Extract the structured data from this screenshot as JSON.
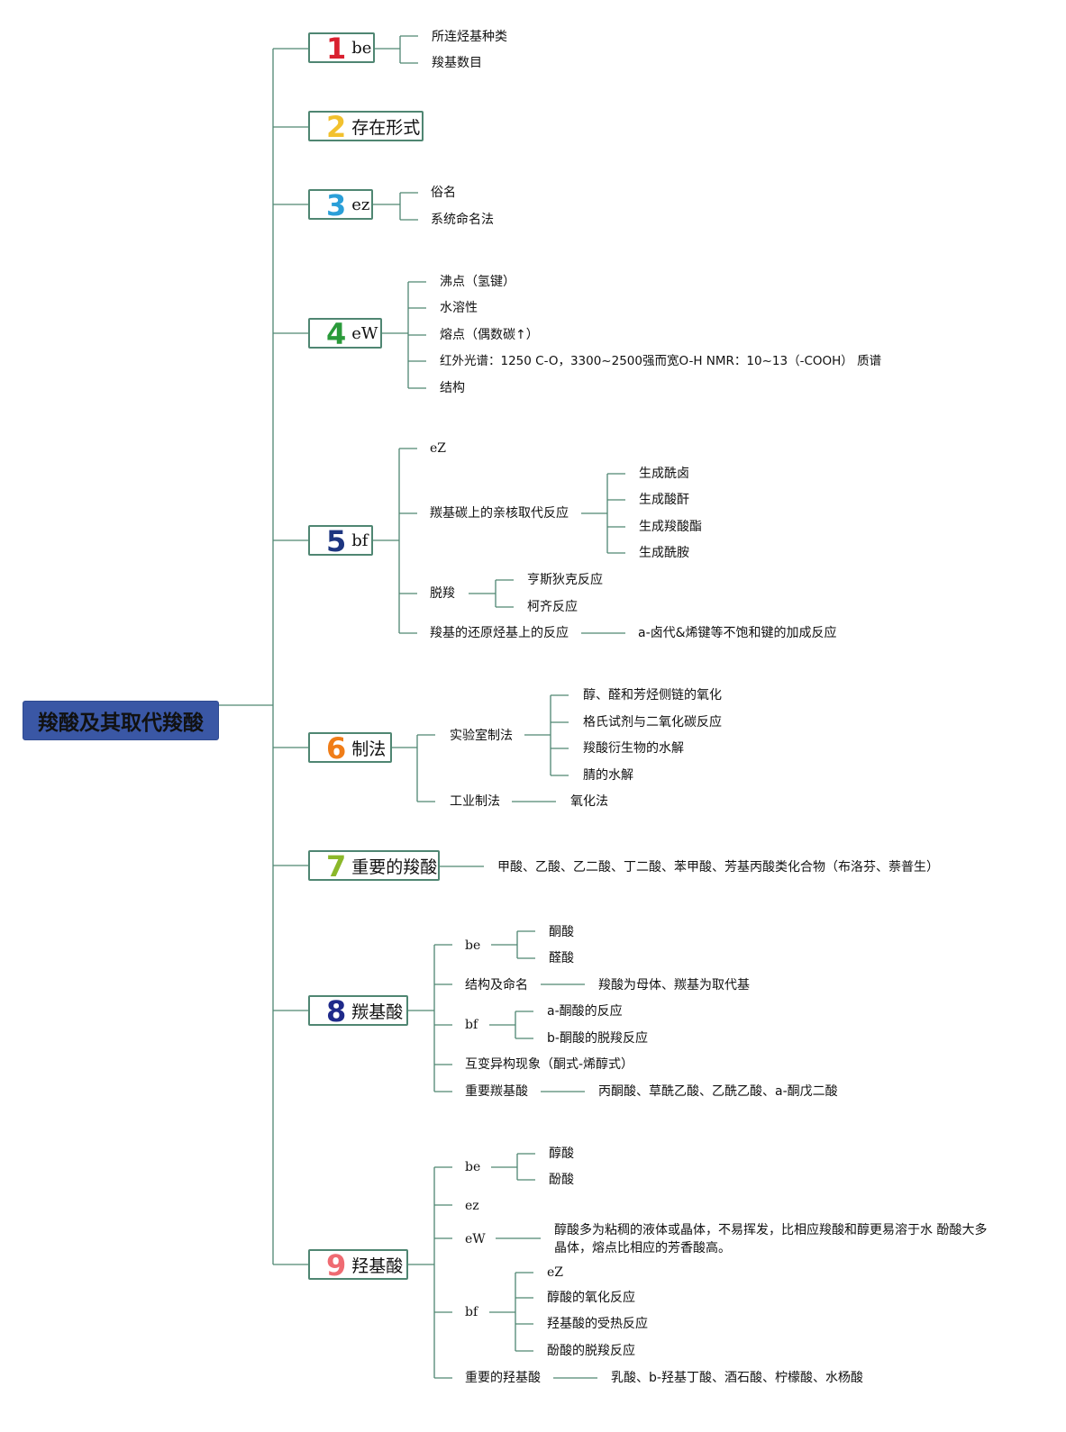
{
  "title": "羧酸及其取代羧酸",
  "colors": {
    "root_bg": "#3a57a5",
    "line": "#4f8672",
    "num1": "#d9202f",
    "num2": "#f2c12e",
    "num3": "#2a9fd8",
    "num4": "#2a9a3a",
    "num5": "#1d3580",
    "num6": "#f07d18",
    "num7": "#8bb82a",
    "num8": "#1f2a8a",
    "num9": "#ef6b72"
  },
  "branches": [
    {
      "num": "1",
      "label": "be",
      "children": [
        "所连烃基种类",
        "羧基数目"
      ]
    },
    {
      "num": "2",
      "label": "存在形式",
      "children": []
    },
    {
      "num": "3",
      "label": "ez",
      "children": [
        "俗名",
        "系统命名法"
      ]
    },
    {
      "num": "4",
      "label": "eW",
      "children": [
        "沸点（氢键）",
        "水溶性",
        "熔点（偶数碳↑）",
        "红外光谱：1250 C-O，3300~2500强而宽O-H NMR：10~13（-COOH） 质谱",
        "结构"
      ]
    },
    {
      "num": "5",
      "label": "bf",
      "children": [
        {
          "label": "eZ"
        },
        {
          "label": "羰基碳上的亲核取代反应",
          "children": [
            "生成酰卤",
            "生成酸酐",
            "生成羧酸酯",
            "生成酰胺"
          ]
        },
        {
          "label": "脱羧",
          "children": [
            "亨斯狄克反应",
            "柯齐反应"
          ]
        },
        {
          "label": "羧基的还原烃基上的反应",
          "children": [
            "a-卤代&烯键等不饱和键的加成反应"
          ]
        }
      ]
    },
    {
      "num": "6",
      "label": "制法",
      "children": [
        {
          "label": "实验室制法",
          "children": [
            "醇、醛和芳烃侧链的氧化",
            "格氏试剂与二氧化碳反应",
            "羧酸衍生物的水解",
            "腈的水解"
          ]
        },
        {
          "label": "工业制法",
          "children": [
            "氧化法"
          ]
        }
      ]
    },
    {
      "num": "7",
      "label": "重要的羧酸",
      "children": [
        "甲酸、乙酸、乙二酸、丁二酸、苯甲酸、芳基丙酸类化合物（布洛芬、萘普生）"
      ]
    },
    {
      "num": "8",
      "label": "羰基酸",
      "children": [
        {
          "label": "be",
          "children": [
            "酮酸",
            "醛酸"
          ]
        },
        {
          "label": "结构及命名",
          "children": [
            "羧酸为母体、羰基为取代基"
          ]
        },
        {
          "label": "bf",
          "children": [
            "a-酮酸的反应",
            "b-酮酸的脱羧反应"
          ]
        },
        {
          "label": "互变异构现象（酮式-烯醇式）"
        },
        {
          "label": "重要羰基酸",
          "children": [
            "丙酮酸、草酰乙酸、乙酰乙酸、a-酮戊二酸"
          ]
        }
      ]
    },
    {
      "num": "9",
      "label": "羟基酸",
      "children": [
        {
          "label": "be",
          "children": [
            "醇酸",
            "酚酸"
          ]
        },
        {
          "label": "ez"
        },
        {
          "label": "eW",
          "children": [
            "醇酸多为粘稠的液体或晶体，不易挥发，比相应羧酸和醇更易溶于水 酚酸大多晶体，熔点比相应的芳香酸高。"
          ]
        },
        {
          "label": "bf",
          "children": [
            "eZ",
            "醇酸的氧化反应",
            "羟基酸的受热反应",
            "酚酸的脱羧反应"
          ]
        },
        {
          "label": "重要的羟基酸",
          "children": [
            "乳酸、b-羟基丁酸、酒石酸、柠檬酸、水杨酸"
          ]
        }
      ]
    }
  ]
}
